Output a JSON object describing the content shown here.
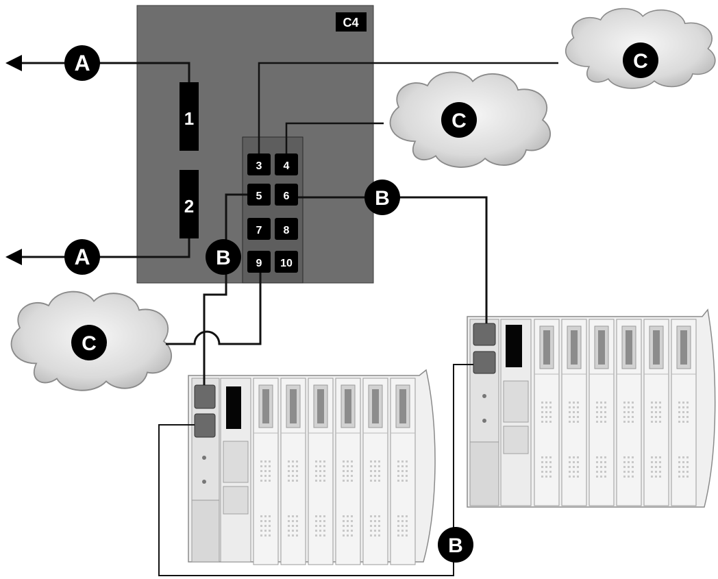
{
  "module_tag": "C4",
  "ports": {
    "p1": "1",
    "p2": "2",
    "p3": "3",
    "p4": "4",
    "p5": "5",
    "p6": "6",
    "p7": "7",
    "p8": "8",
    "p9": "9",
    "p10": "10"
  },
  "callouts": {
    "a": "A",
    "b": "B",
    "c": "C"
  },
  "colors": {
    "module": "#6e6e6e",
    "cable": "#111111",
    "cloud_fill": "#d9d9d9",
    "rack": "#f2f2f2"
  }
}
